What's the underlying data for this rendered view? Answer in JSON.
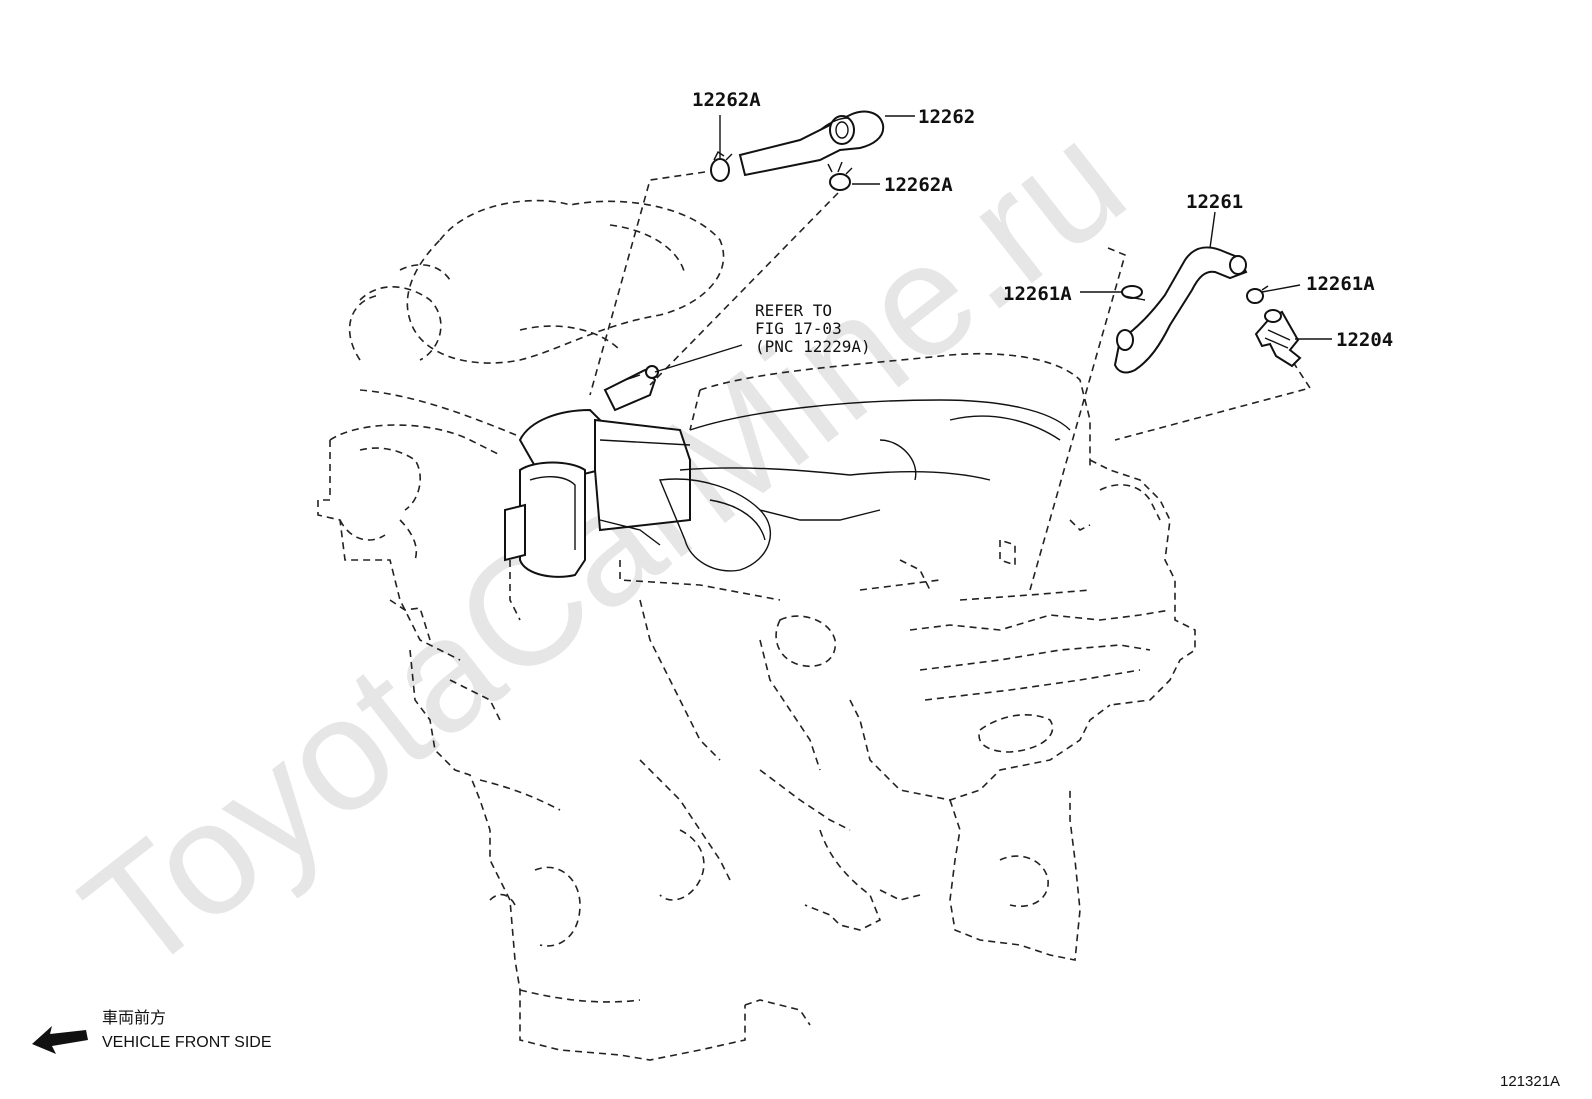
{
  "watermark": "ToyotaCarMine.ru",
  "callouts": {
    "c12262a_top": "12262A",
    "c12262": "12262",
    "c12262a_right": "12262A",
    "c12261": "12261",
    "c12261a_left": "12261A",
    "c12261a_right": "12261A",
    "c12204": "12204"
  },
  "reference": {
    "line1": "REFER TO",
    "line2": "FIG 17-03",
    "line3": "(PNC 12229A)"
  },
  "front_indicator": {
    "japanese": "車両前方",
    "english": "VEHICLE FRONT SIDE"
  },
  "figure_number": "121321A"
}
